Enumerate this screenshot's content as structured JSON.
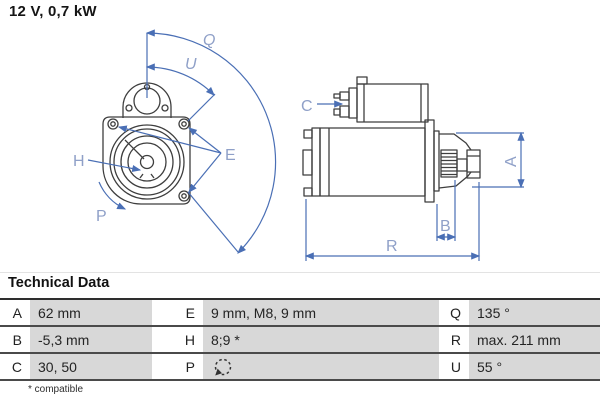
{
  "header": {
    "title": "12 V, 0,7 kW"
  },
  "drawing": {
    "colors": {
      "dimension_line": "#4a6fb5",
      "dimension_label": "#8fa0c8",
      "outline": "#3e3e3e"
    },
    "front_view": {
      "labels": {
        "q": "Q",
        "u": "U",
        "e": "E",
        "h": "H",
        "p": "P"
      }
    },
    "side_view": {
      "labels": {
        "c": "C",
        "a": "A",
        "b": "B",
        "r": "R"
      }
    }
  },
  "technical_data": {
    "heading": "Technical Data",
    "rows": [
      [
        {
          "label": "A",
          "value": "62 mm"
        },
        {
          "label": "E",
          "value": "9 mm, M8, 9 mm"
        },
        {
          "label": "Q",
          "value": "135 °"
        }
      ],
      [
        {
          "label": "B",
          "value": "-5,3 mm"
        },
        {
          "label": "H",
          "value": "8;9 *"
        },
        {
          "label": "R",
          "value": "max. 211 mm"
        }
      ],
      [
        {
          "label": "C",
          "value": "30, 50"
        },
        {
          "label": "P",
          "value": "",
          "icon": "rotation-direction-icon"
        },
        {
          "label": "U",
          "value": "55 °"
        }
      ]
    ],
    "footnote": "* compatible"
  }
}
